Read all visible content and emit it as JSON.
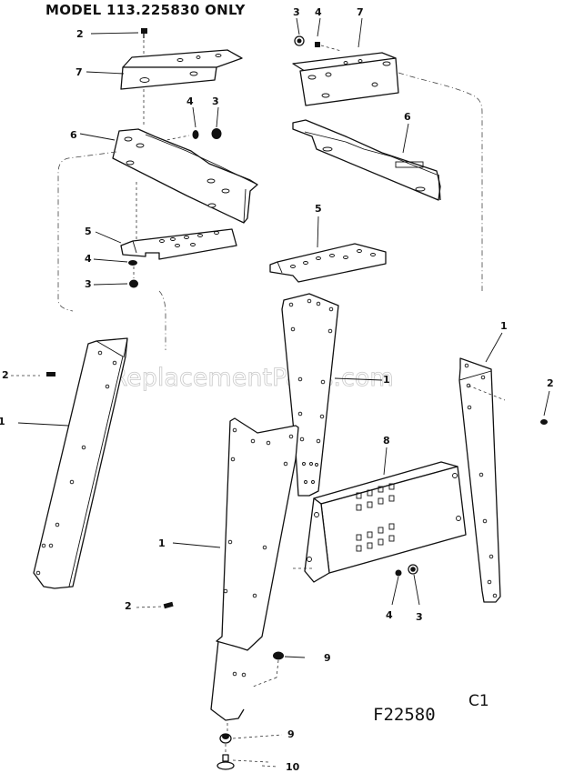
{
  "diagram": {
    "title": "MODEL 113.225830 ONLY",
    "figure_number": "F22580",
    "figure_suffix": "C1",
    "watermark": "eReplacementParts.com",
    "callouts": [
      {
        "id": "c-2-top",
        "label": "2",
        "part": "screw"
      },
      {
        "id": "c-7-left",
        "label": "7",
        "part": "bracket"
      },
      {
        "id": "c-3-topright",
        "label": "3",
        "part": "nut"
      },
      {
        "id": "c-4-topright",
        "label": "4",
        "part": "lockwasher"
      },
      {
        "id": "c-7-right",
        "label": "7",
        "part": "bracket"
      },
      {
        "id": "c-4-mid",
        "label": "4",
        "part": "lockwasher"
      },
      {
        "id": "c-3-mid",
        "label": "3",
        "part": "nut"
      },
      {
        "id": "c-6-left",
        "label": "6",
        "part": "side rail"
      },
      {
        "id": "c-6-right",
        "label": "6",
        "part": "side rail"
      },
      {
        "id": "c-5-left",
        "label": "5",
        "part": "end rail"
      },
      {
        "id": "c-5-right",
        "label": "5",
        "part": "end rail"
      },
      {
        "id": "c-4-left",
        "label": "4",
        "part": "lockwasher"
      },
      {
        "id": "c-3-left",
        "label": "3",
        "part": "nut"
      },
      {
        "id": "c-1-rightleg",
        "label": "1",
        "part": "leg"
      },
      {
        "id": "c-2-leftleg",
        "label": "2",
        "part": "screw"
      },
      {
        "id": "c-1-backleg",
        "label": "1",
        "part": "leg"
      },
      {
        "id": "c-2-right",
        "label": "2",
        "part": "screw"
      },
      {
        "id": "c-1-leftleg",
        "label": "1",
        "part": "leg"
      },
      {
        "id": "c-8",
        "label": "8",
        "part": "stiffener"
      },
      {
        "id": "c-1-frontleg",
        "label": "1",
        "part": "leg"
      },
      {
        "id": "c-2-frontleg",
        "label": "2",
        "part": "screw"
      },
      {
        "id": "c-4-bottom",
        "label": "4",
        "part": "lockwasher"
      },
      {
        "id": "c-3-bottom",
        "label": "3",
        "part": "nut"
      },
      {
        "id": "c-9-upper",
        "label": "9",
        "part": "nut"
      },
      {
        "id": "c-9-lower",
        "label": "9",
        "part": "nut"
      },
      {
        "id": "c-10",
        "label": "10",
        "part": "leveling foot"
      }
    ]
  }
}
